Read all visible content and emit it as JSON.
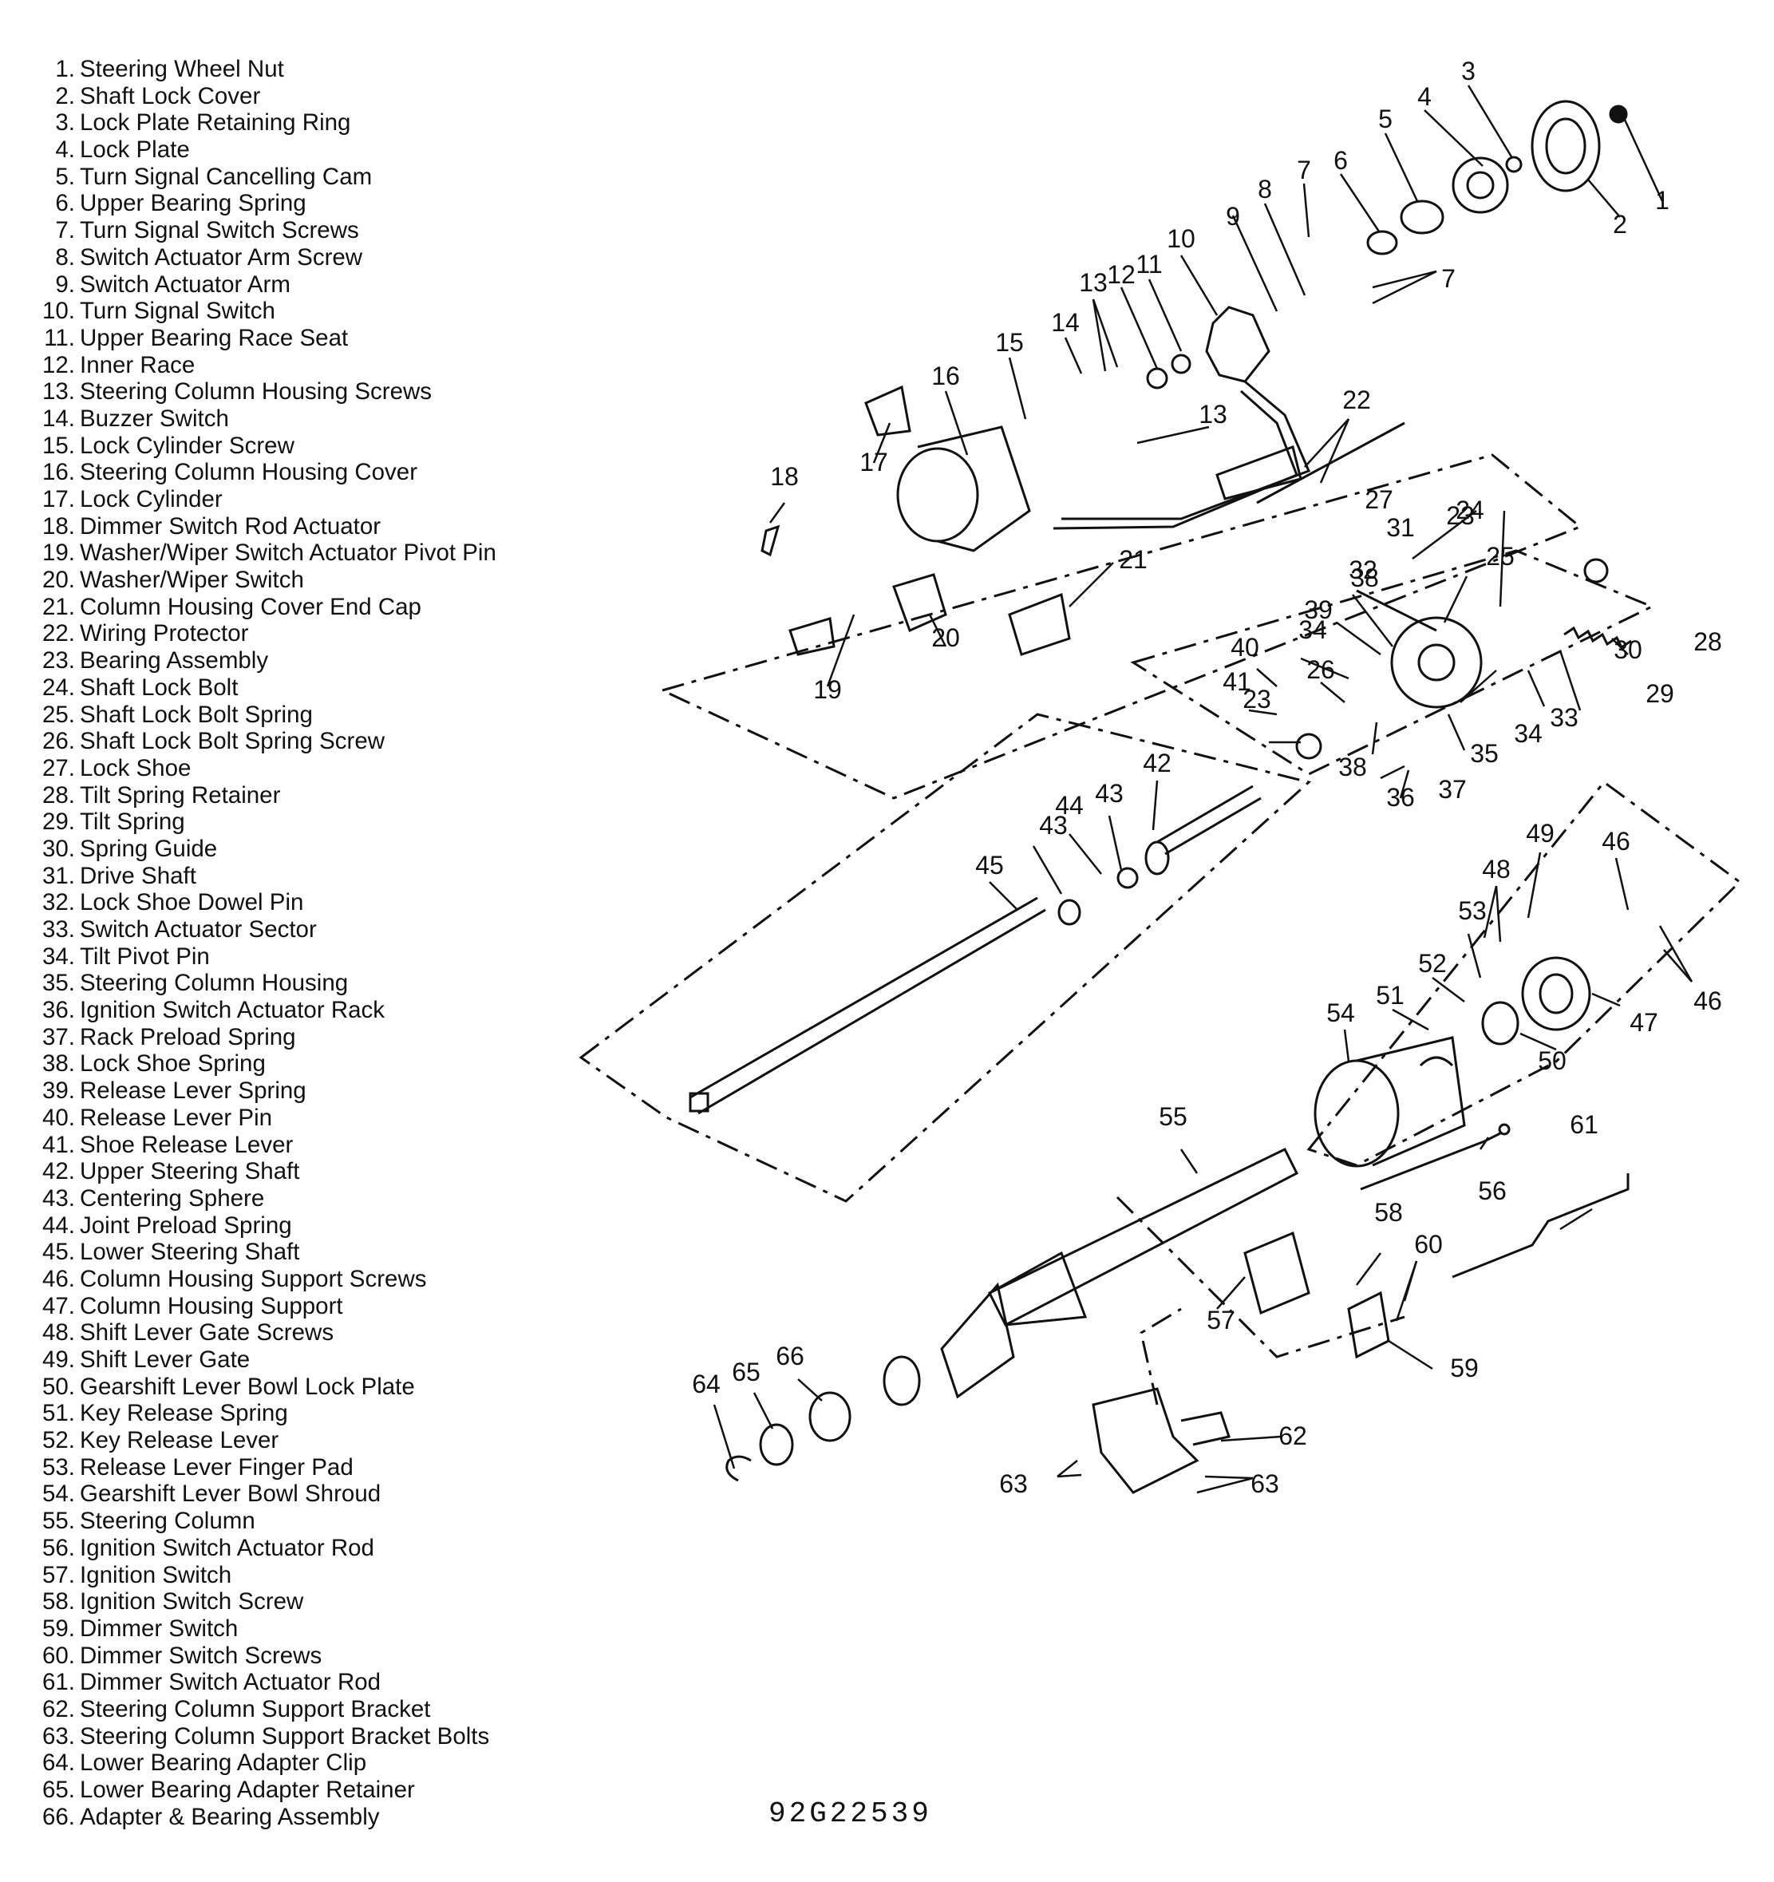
{
  "parts": [
    {
      "n": "1.",
      "name": "Steering Wheel Nut"
    },
    {
      "n": "2.",
      "name": "Shaft Lock Cover"
    },
    {
      "n": "3.",
      "name": "Lock Plate Retaining Ring"
    },
    {
      "n": "4.",
      "name": "Lock Plate"
    },
    {
      "n": "5.",
      "name": "Turn Signal Cancelling Cam"
    },
    {
      "n": "6.",
      "name": "Upper Bearing Spring"
    },
    {
      "n": "7.",
      "name": "Turn Signal Switch Screws"
    },
    {
      "n": "8.",
      "name": "Switch Actuator Arm Screw"
    },
    {
      "n": "9.",
      "name": "Switch Actuator Arm"
    },
    {
      "n": "10.",
      "name": "Turn Signal Switch"
    },
    {
      "n": "11.",
      "name": "Upper Bearing Race Seat"
    },
    {
      "n": "12.",
      "name": "Inner Race"
    },
    {
      "n": "13.",
      "name": "Steering Column Housing Screws"
    },
    {
      "n": "14.",
      "name": "Buzzer Switch"
    },
    {
      "n": "15.",
      "name": "Lock Cylinder Screw"
    },
    {
      "n": "16.",
      "name": "Steering Column Housing Cover"
    },
    {
      "n": "17.",
      "name": "Lock Cylinder"
    },
    {
      "n": "18.",
      "name": "Dimmer Switch Rod Actuator"
    },
    {
      "n": "19.",
      "name": "Washer/Wiper Switch Actuator Pivot Pin"
    },
    {
      "n": "20.",
      "name": "Washer/Wiper Switch"
    },
    {
      "n": "21.",
      "name": "Column Housing Cover End Cap"
    },
    {
      "n": "22.",
      "name": "Wiring Protector"
    },
    {
      "n": "23.",
      "name": "Bearing Assembly"
    },
    {
      "n": "24.",
      "name": "Shaft Lock Bolt"
    },
    {
      "n": "25.",
      "name": "Shaft Lock Bolt Spring"
    },
    {
      "n": "26.",
      "name": "Shaft Lock Bolt Spring Screw"
    },
    {
      "n": "27.",
      "name": "Lock Shoe"
    },
    {
      "n": "28.",
      "name": "Tilt Spring Retainer"
    },
    {
      "n": "29.",
      "name": "Tilt Spring"
    },
    {
      "n": "30.",
      "name": "Spring Guide"
    },
    {
      "n": "31.",
      "name": "Drive Shaft"
    },
    {
      "n": "32.",
      "name": "Lock Shoe Dowel Pin"
    },
    {
      "n": "33.",
      "name": "Switch Actuator Sector"
    },
    {
      "n": "34.",
      "name": "Tilt Pivot Pin"
    },
    {
      "n": "35.",
      "name": "Steering Column Housing"
    },
    {
      "n": "36.",
      "name": "Ignition Switch Actuator Rack"
    },
    {
      "n": "37.",
      "name": "Rack Preload Spring"
    },
    {
      "n": "38.",
      "name": "Lock Shoe Spring"
    },
    {
      "n": "39.",
      "name": "Release Lever Spring"
    },
    {
      "n": "40.",
      "name": "Release Lever Pin"
    },
    {
      "n": "41.",
      "name": "Shoe Release Lever"
    },
    {
      "n": "42.",
      "name": "Upper Steering Shaft"
    },
    {
      "n": "43.",
      "name": "Centering Sphere"
    },
    {
      "n": "44.",
      "name": "Joint Preload Spring"
    },
    {
      "n": "45.",
      "name": "Lower Steering Shaft"
    },
    {
      "n": "46.",
      "name": "Column Housing Support Screws"
    },
    {
      "n": "47.",
      "name": "Column Housing Support"
    },
    {
      "n": "48.",
      "name": "Shift Lever Gate Screws"
    },
    {
      "n": "49.",
      "name": "Shift Lever Gate"
    },
    {
      "n": "50.",
      "name": "Gearshift Lever Bowl Lock Plate"
    },
    {
      "n": "51.",
      "name": "Key Release Spring"
    },
    {
      "n": "52.",
      "name": "Key Release Lever"
    },
    {
      "n": "53.",
      "name": "Release Lever Finger Pad"
    },
    {
      "n": "54.",
      "name": "Gearshift Lever Bowl Shroud"
    },
    {
      "n": "55.",
      "name": "Steering Column"
    },
    {
      "n": "56.",
      "name": "Ignition Switch Actuator Rod"
    },
    {
      "n": "57.",
      "name": "Ignition Switch"
    },
    {
      "n": "58.",
      "name": "Ignition Switch Screw"
    },
    {
      "n": "59.",
      "name": "Dimmer Switch"
    },
    {
      "n": "60.",
      "name": "Dimmer Switch Screws"
    },
    {
      "n": "61.",
      "name": "Dimmer Switch Actuator Rod"
    },
    {
      "n": "62.",
      "name": "Steering Column Support Bracket"
    },
    {
      "n": "63.",
      "name": "Steering Column Support Bracket Bolts"
    },
    {
      "n": "64.",
      "name": "Lower Bearing Adapter Clip"
    },
    {
      "n": "65.",
      "name": "Lower Bearing Adapter Retainer"
    },
    {
      "n": "66.",
      "name": "Adapter & Bearing Assembly"
    }
  ],
  "callouts": [
    "1",
    "2",
    "3",
    "4",
    "5",
    "6",
    "7",
    "7",
    "8",
    "9",
    "10",
    "11",
    "12",
    "13",
    "13",
    "14",
    "15",
    "16",
    "17",
    "18",
    "19",
    "20",
    "21",
    "22",
    "23",
    "23",
    "24",
    "25",
    "26",
    "27",
    "28",
    "29",
    "30",
    "31",
    "32",
    "33",
    "34",
    "34",
    "35",
    "36",
    "37",
    "38",
    "38",
    "39",
    "40",
    "41",
    "42",
    "43",
    "43",
    "44",
    "45",
    "46",
    "46",
    "47",
    "48",
    "49",
    "50",
    "51",
    "52",
    "53",
    "54",
    "55",
    "56",
    "57",
    "58",
    "59",
    "60",
    "61",
    "62",
    "63",
    "63",
    "64",
    "65",
    "66"
  ],
  "figure_code": "92G22539",
  "colors": {
    "ink": "#111111",
    "paper": "#ffffff"
  }
}
